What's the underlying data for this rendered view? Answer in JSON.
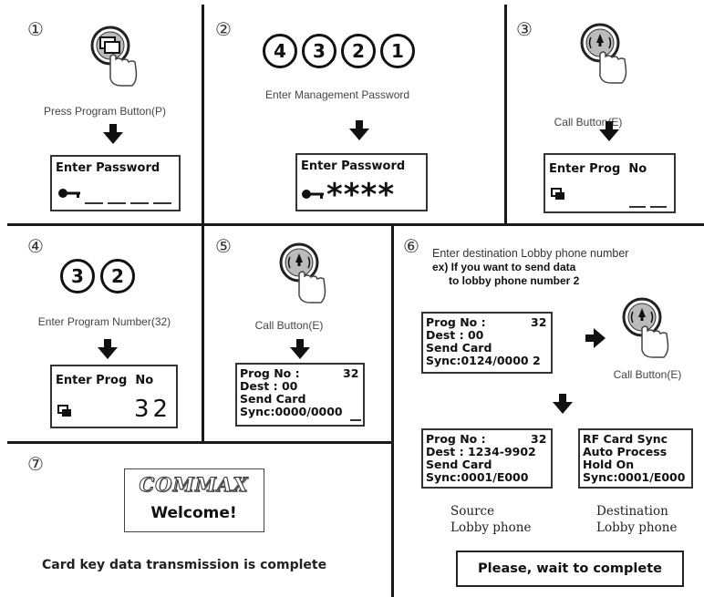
{
  "steps": {
    "s1": {
      "num": "①",
      "caption": "Press Program Button(P)",
      "lcd_title": "Enter Password"
    },
    "s2": {
      "num": "②",
      "digits": [
        "4",
        "3",
        "2",
        "1"
      ],
      "caption": "Enter Management Password",
      "lcd_title": "Enter Password",
      "stars": "****"
    },
    "s3": {
      "num": "③",
      "caption": "Call Button(E)",
      "lcd_title": "Enter Prog  No"
    },
    "s4": {
      "num": "④",
      "digits": [
        "3",
        "2"
      ],
      "caption": "Enter Program Number(32)",
      "lcd_title": "Enter Prog  No",
      "value": "32"
    },
    "s5": {
      "num": "⑤",
      "caption": "Call Button(E)",
      "lcd_lines": [
        "Prog No :",
        "Dest : 00",
        "Send Card",
        "Sync:0000/0000"
      ],
      "lcd_value": "32"
    },
    "s6": {
      "num": "⑥",
      "caption_lines": [
        "Enter destination Lobby phone number",
        "ex) If you want to send data",
        "to lobby phone number 2"
      ],
      "lcd_a": [
        "Prog No :",
        "Dest : 00",
        "Send Card",
        "Sync:0124/0000 2"
      ],
      "lcd_a_value": "32",
      "call_caption": "Call Button(E)",
      "lcd_src": [
        "Prog No :",
        "Dest : 1234-9902",
        "Send Card",
        "Sync:0001/E000"
      ],
      "lcd_src_value": "32",
      "lcd_dst": [
        "RF Card Sync",
        "Auto Process",
        "Hold On",
        "Sync:0001/E000"
      ],
      "src_label": [
        "Source",
        "Lobby phone"
      ],
      "dst_label": [
        "Destination",
        "Lobby phone"
      ],
      "wait": "Please, wait to complete"
    },
    "s7": {
      "num": "⑦",
      "logo": "COMMAX",
      "welcome": "Welcome!",
      "message": "Card key data transmission is complete"
    }
  }
}
